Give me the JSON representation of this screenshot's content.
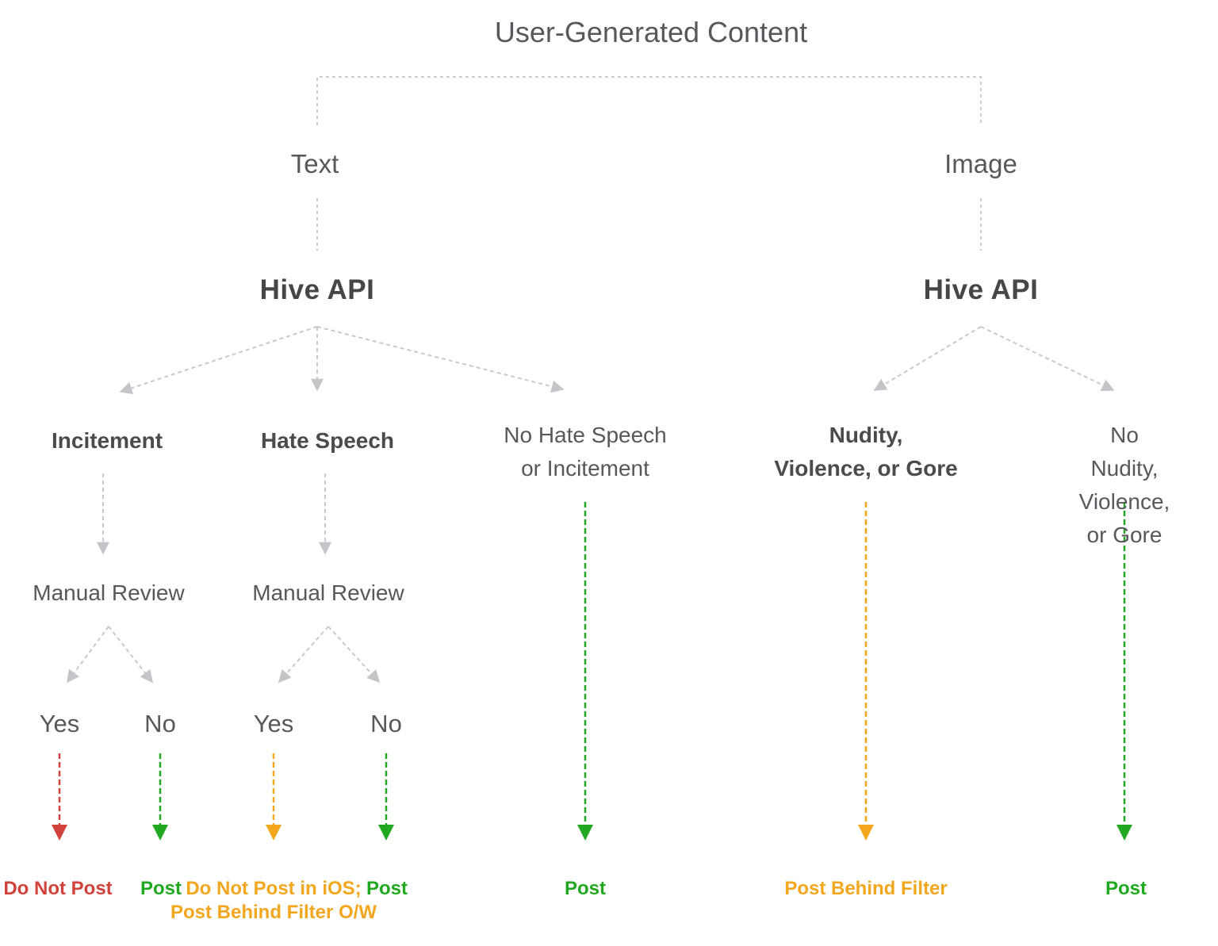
{
  "diagram": {
    "title": "User-Generated Content",
    "text_branch": {
      "label": "Text",
      "engine": "Hive API",
      "incitement": {
        "label": "Incitement",
        "review": "Manual Review",
        "yes_label": "Yes",
        "no_label": "No",
        "yes_result": "Do Not Post",
        "no_result": "Post"
      },
      "hate_speech": {
        "label": "Hate Speech",
        "review": "Manual Review",
        "yes_label": "Yes",
        "no_label": "No",
        "yes_result": "Do Not Post in iOS;\nPost Behind Filter O/W",
        "no_result": "Post"
      },
      "clean": {
        "label": "No Hate Speech\nor Incitement",
        "result": "Post"
      }
    },
    "image_branch": {
      "label": "Image",
      "engine": "Hive API",
      "flagged": {
        "label": "Nudity,\nViolence, or Gore",
        "result": "Post Behind Filter"
      },
      "clean": {
        "label": "No Nudity,\nViolence, or Gore",
        "result": "Post"
      }
    },
    "colors": {
      "dark_text": "#4a4b4d",
      "gray_text": "#56585c",
      "connector_gray": "#c7c9cc",
      "do_not_post_red": "#d0423a",
      "post_green": "#21a821",
      "filter_orange": "#f2a71e"
    }
  }
}
